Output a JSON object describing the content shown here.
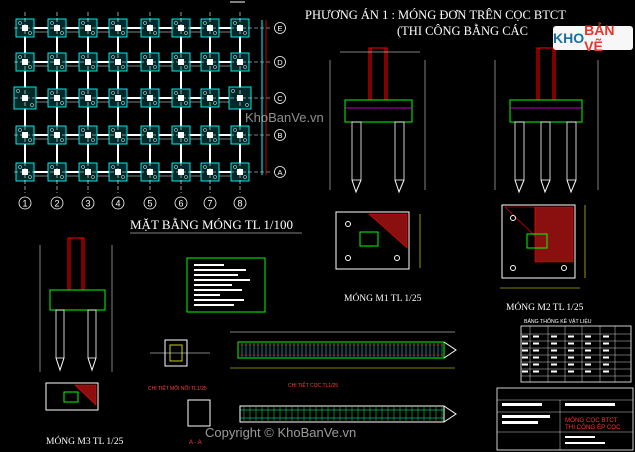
{
  "titles": {
    "main_line1": "PHƯƠNG ÁN 1 : MÓNG ĐƠN TRÊN CỌC BTCT",
    "main_line2": "(THI CÔNG BẰNG CÁC",
    "plan": "MẶT BẰNG MÓNG TL 1/100",
    "m1": "MÓNG M1 TL 1/25",
    "m2": "MÓNG M2 TL 1/25",
    "m3": "MÓNG M3 TL 1/25",
    "materials_table": "BẢNG THỐNG KÊ VẬT LIỆU",
    "joint_detail": "CHI TIẾT MỐI NỐI TL1/25",
    "pile_detail": "CHI TIẾT CỌC TL1/25",
    "section_aa": "A - A"
  },
  "grid": {
    "columns": [
      "1",
      "2",
      "3",
      "4",
      "5",
      "6",
      "7",
      "8"
    ],
    "rows": [
      "A",
      "B",
      "C",
      "D",
      "E"
    ]
  },
  "watermarks": {
    "center": "KhoBanVe.vn",
    "bottom": "Copyright © KhoBanVe.vn"
  },
  "brand": {
    "part1": "KHO",
    "part2": "BẢN VẼ"
  },
  "title_block": {
    "line1": "MÓNG CỌC BTCT",
    "line2": "THI CÔNG ÉP CỌC"
  },
  "colors": {
    "background": "#000000",
    "cad_white": "#ffffff",
    "cad_cyan": "#00ffff",
    "cad_green": "#00ff00",
    "cad_red": "#ff0000",
    "cad_yellow": "#ffff00",
    "cad_magenta": "#ff00ff",
    "brand_blue": "#1b6f9e",
    "brand_red": "#e2382b"
  }
}
